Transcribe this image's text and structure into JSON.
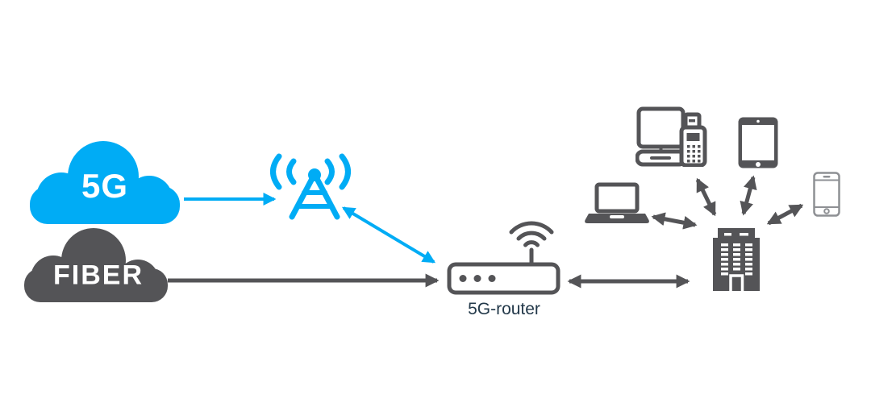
{
  "diagram": {
    "clouds": {
      "five_g": {
        "label": "5G",
        "color": "#00ACF5"
      },
      "fiber": {
        "label": "FIBER",
        "color": "#545457"
      }
    },
    "router": {
      "label": "5G-router"
    },
    "icons": [
      "cloud-5g-icon",
      "cloud-fiber-icon",
      "cell-tower-icon",
      "wifi-router-icon",
      "laptop-icon",
      "desktop-pos-terminal-icon",
      "tablet-icon",
      "smartphone-icon",
      "office-building-icon"
    ],
    "colors": {
      "accent_blue": "#00ACF5",
      "dark_gray": "#545457",
      "light_gray": "#8E9094",
      "label_color": "#23394A"
    },
    "connections": [
      {
        "from": "5g-cloud",
        "to": "cell-tower",
        "color": "blue",
        "direction": "one-way"
      },
      {
        "from": "cell-tower",
        "to": "5g-router",
        "color": "blue",
        "direction": "two-way"
      },
      {
        "from": "fiber-cloud",
        "to": "5g-router",
        "color": "gray",
        "direction": "one-way"
      },
      {
        "from": "5g-router",
        "to": "building",
        "color": "gray",
        "direction": "two-way"
      },
      {
        "from": "building",
        "to": "laptop",
        "color": "gray",
        "direction": "two-way"
      },
      {
        "from": "building",
        "to": "desktop-pos-terminal",
        "color": "gray",
        "direction": "two-way"
      },
      {
        "from": "building",
        "to": "tablet",
        "color": "gray",
        "direction": "two-way"
      },
      {
        "from": "building",
        "to": "smartphone",
        "color": "gray",
        "direction": "two-way"
      }
    ]
  }
}
